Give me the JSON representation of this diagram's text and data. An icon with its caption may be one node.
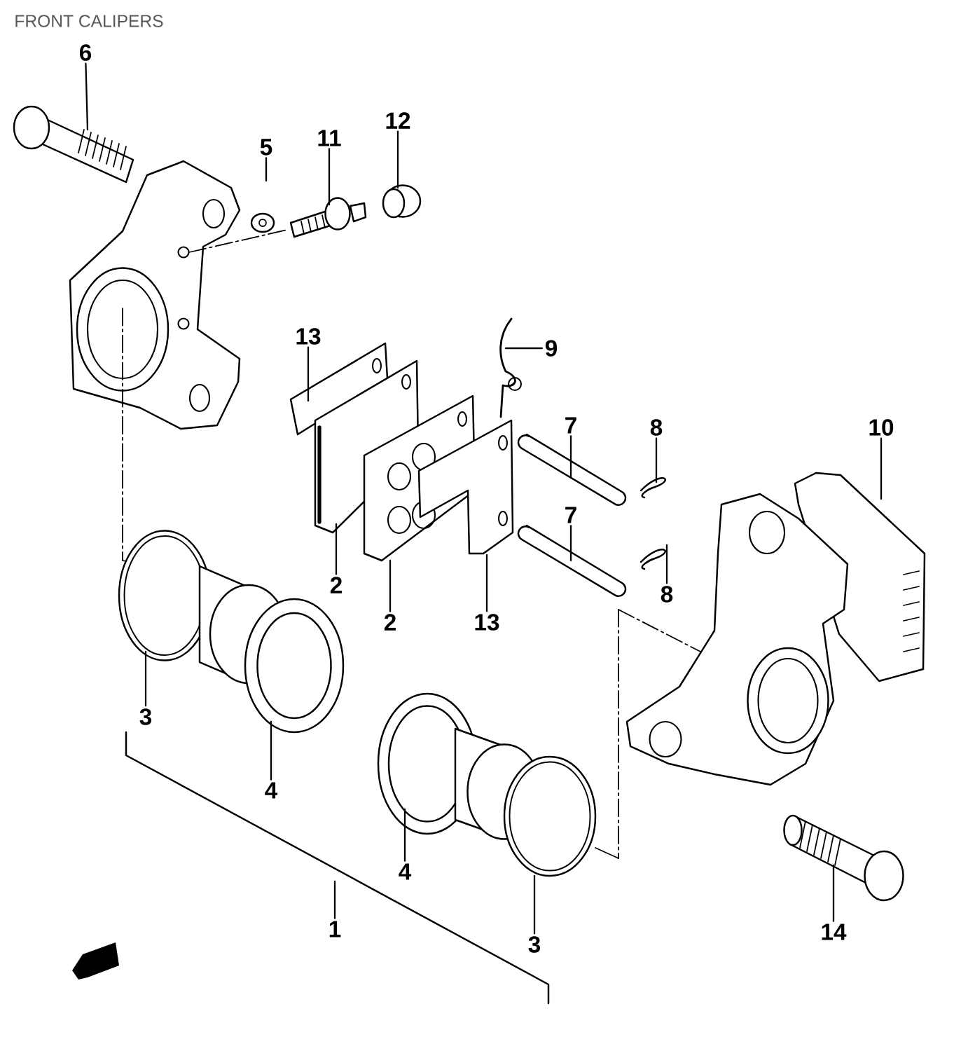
{
  "diagram": {
    "title": "FRONT CALIPERS",
    "nodes": [
      {
        "text": [
          "6"
        ]
      },
      {
        "text": [
          "12"
        ]
      },
      {
        "text": [
          "11"
        ]
      },
      {
        "text": [
          "5"
        ]
      },
      {
        "text": [
          "13"
        ]
      },
      {
        "text": [
          "9"
        ]
      },
      {
        "text": [
          "7"
        ]
      },
      {
        "text": [
          "8"
        ]
      },
      {
        "text": [
          "10"
        ]
      },
      {
        "text": [
          "7"
        ]
      },
      {
        "text": [
          "2"
        ]
      },
      {
        "text": [
          "8"
        ]
      },
      {
        "text": [
          "2"
        ]
      },
      {
        "text": [
          "13"
        ]
      },
      {
        "text": [
          "3"
        ]
      },
      {
        "text": [
          "4"
        ]
      },
      {
        "text": [
          "4"
        ]
      },
      {
        "text": [
          "1"
        ]
      },
      {
        "text": [
          "14"
        ]
      },
      {
        "text": [
          "3"
        ]
      }
    ],
    "edges": [
      {
        "from": 0,
        "to": null,
        "arrow": "none"
      },
      {
        "from": 1,
        "to": null,
        "arrow": "none"
      },
      {
        "from": 2,
        "to": null,
        "arrow": "none"
      },
      {
        "from": 3,
        "to": null,
        "arrow": "none"
      },
      {
        "from": 4,
        "to": null,
        "arrow": "none"
      },
      {
        "from": 5,
        "to": null,
        "arrow": "none"
      },
      {
        "from": 6,
        "to": null,
        "arrow": "none"
      },
      {
        "from": 7,
        "to": null,
        "arrow": "none"
      },
      {
        "from": 8,
        "to": null,
        "arrow": "none"
      },
      {
        "from": 9,
        "to": null,
        "arrow": "none"
      },
      {
        "from": 10,
        "to": null,
        "arrow": "none"
      },
      {
        "from": 11,
        "to": null,
        "arrow": "none"
      },
      {
        "from": 12,
        "to": null,
        "arrow": "none"
      },
      {
        "from": 13,
        "to": null,
        "arrow": "none"
      },
      {
        "from": 14,
        "to": null,
        "arrow": "none"
      },
      {
        "from": 15,
        "to": null,
        "arrow": "none"
      },
      {
        "from": 16,
        "to": null,
        "arrow": "none"
      },
      {
        "from": 17,
        "to": null,
        "arrow": "none"
      },
      {
        "from": 18,
        "to": null,
        "arrow": "none"
      },
      {
        "from": 19,
        "to": null,
        "arrow": "none"
      }
    ]
  }
}
